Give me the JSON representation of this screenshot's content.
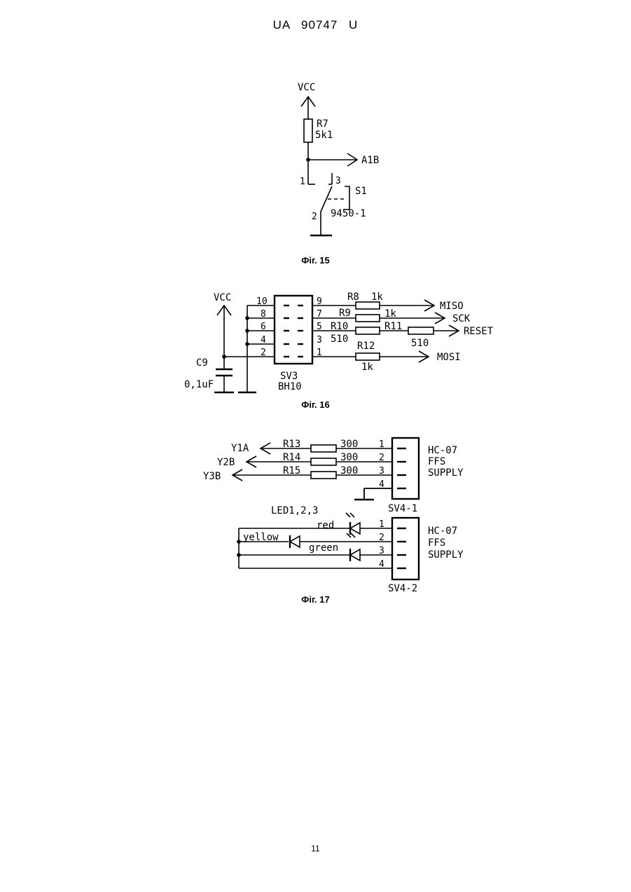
{
  "header": {
    "doc_id": "UA   90747   U"
  },
  "figures": {
    "fig15": {
      "caption": "Фіг. 15",
      "vcc": "VCC",
      "r7_name": "R7",
      "r7_value": "5k1",
      "out_net": "A1B",
      "s1_name": "S1",
      "s1_part": "9450-1",
      "pin1": "1",
      "pin2": "2",
      "pin3": "3"
    },
    "fig16": {
      "caption": "Фіг. 16",
      "vcc": "VCC",
      "c9_name": "C9",
      "c9_value": "0,1uF",
      "conn_name": "SV3",
      "conn_part": "BH10",
      "left_pins": [
        "10",
        "8",
        "6",
        "4",
        "2"
      ],
      "right_pins": [
        "9",
        "7",
        "5",
        "3",
        "1"
      ],
      "r8_name": "R8",
      "r8_value": "1k",
      "r9_name": "R9",
      "r9_value": "1k",
      "r10_name": "R10",
      "r10_value": "510",
      "r11_name": "R11",
      "r11_value": "510",
      "r12_name": "R12",
      "r12_value": "1k",
      "net_miso": "MISO",
      "net_sck": "SCK",
      "net_reset": "RESET",
      "net_mosi": "MOSI"
    },
    "fig17": {
      "caption": "Фіг. 17",
      "nets": [
        "Y1A",
        "Y2B",
        "Y3B"
      ],
      "resistors": [
        {
          "name": "R13",
          "value": "300"
        },
        {
          "name": "R14",
          "value": "300"
        },
        {
          "name": "R15",
          "value": "300"
        }
      ],
      "conn1_pins": [
        "1",
        "2",
        "3",
        "4"
      ],
      "conn1_name": "SV4-1",
      "conn1_label": [
        "HC-07",
        "FFS",
        "SUPPLY"
      ],
      "led_label": "LED1,2,3",
      "led_red": "red",
      "led_yellow": "yellow",
      "led_green": "green",
      "conn2_pins": [
        "1",
        "2",
        "3",
        "4"
      ],
      "conn2_name": "SV4-2",
      "conn2_label": [
        "HC-07",
        "FFS",
        "SUPPLY"
      ]
    }
  },
  "page_number": "11"
}
